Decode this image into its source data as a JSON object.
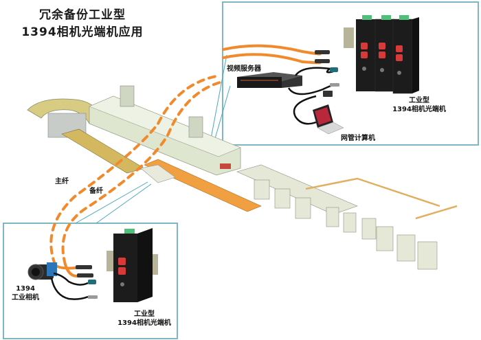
{
  "title": {
    "line1": "冗余备份工业型",
    "line2": "1394相机光端机应用"
  },
  "labels": {
    "video_server": "视频服务器",
    "nms_computer": "网管计算机",
    "converter_top_line1": "工业型",
    "converter_top_line2": "1394相机光端机",
    "converter_bottom_line1": "工业型",
    "converter_bottom_line2": "1394相机光端机",
    "camera_line1": "1394",
    "camera_line2": "工业相机",
    "main_fiber": "主纤",
    "backup_fiber": "备纤"
  },
  "colors": {
    "fiber": "#f08a2c",
    "callout_border": "#7fb6c4",
    "device_body": "#1c1c1c",
    "fiber_port": "#d83a3a",
    "terminal_block": "#4fc07a",
    "machine_body": "#dfe6cf",
    "conveyor": "#f0a040"
  },
  "devices": {
    "top_converter_count": 3,
    "bottom_converter_count": 1
  }
}
